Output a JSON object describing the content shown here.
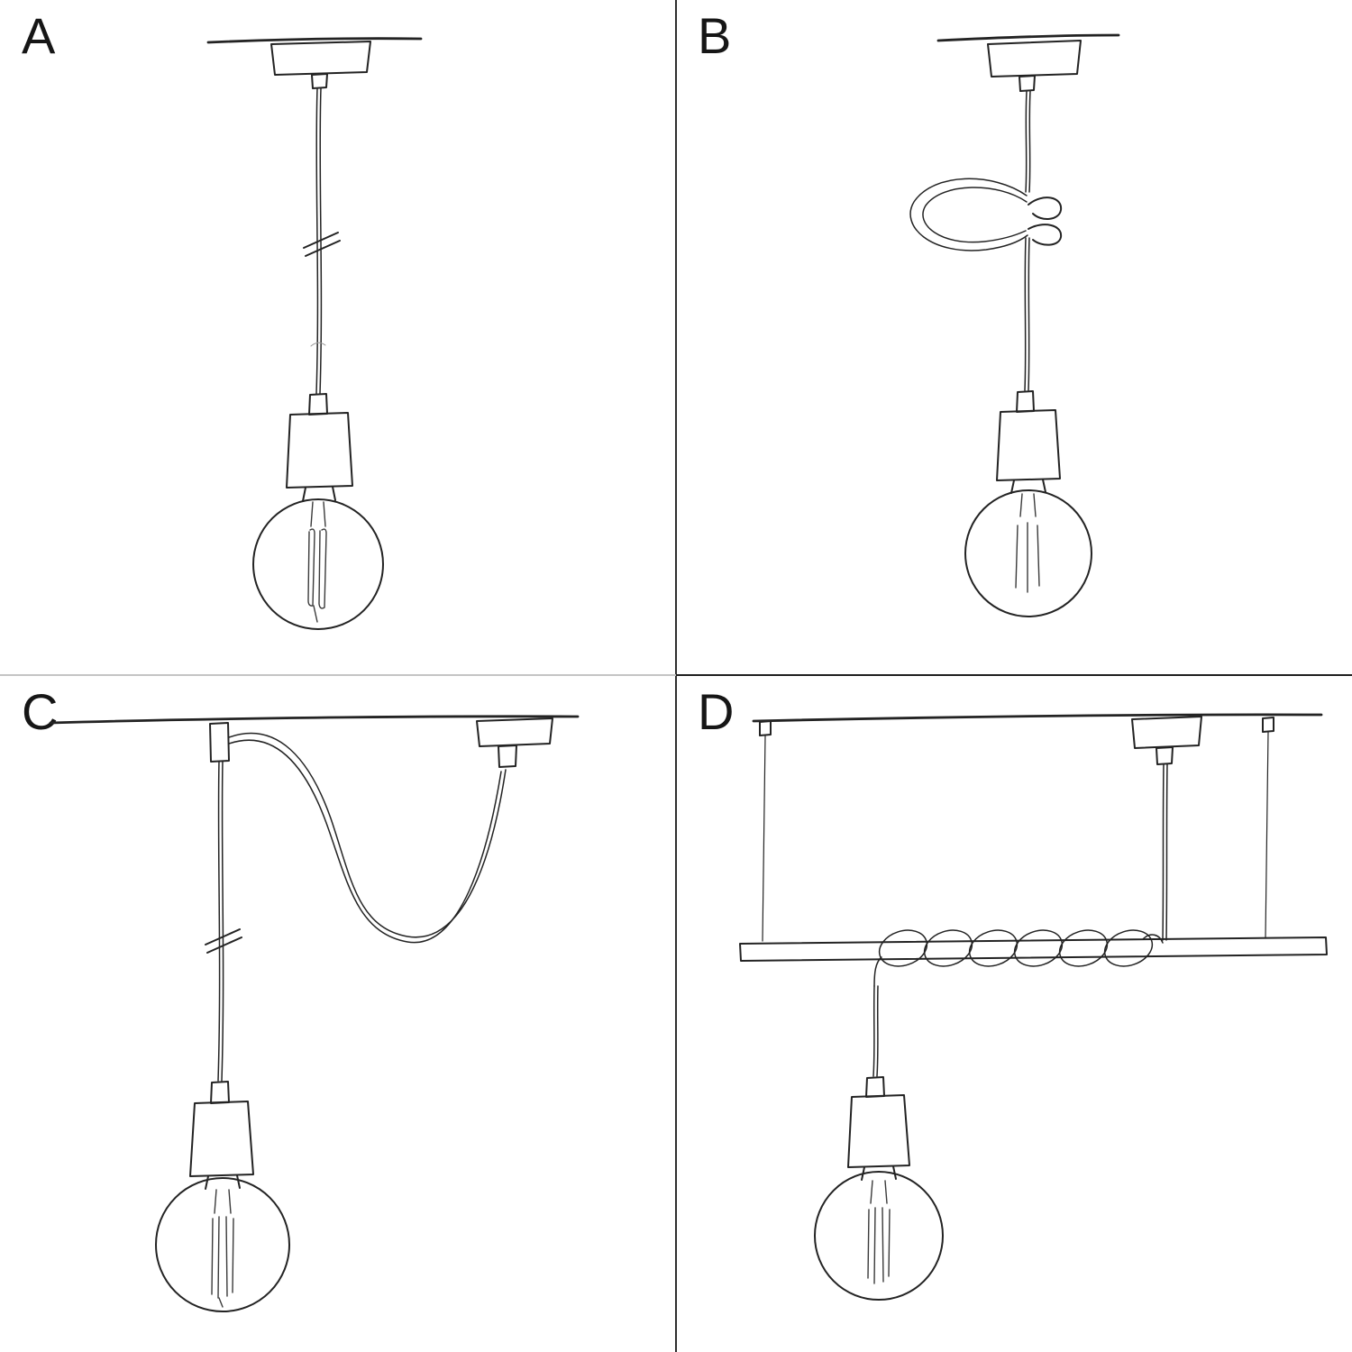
{
  "page": {
    "background": "#ffffff",
    "ink": "#232323",
    "divider_dark": "#2e2e2e",
    "divider_light": "#c4c4c4"
  },
  "panels": [
    {
      "label": "A"
    },
    {
      "label": "B"
    },
    {
      "label": "C"
    },
    {
      "label": "D"
    }
  ]
}
